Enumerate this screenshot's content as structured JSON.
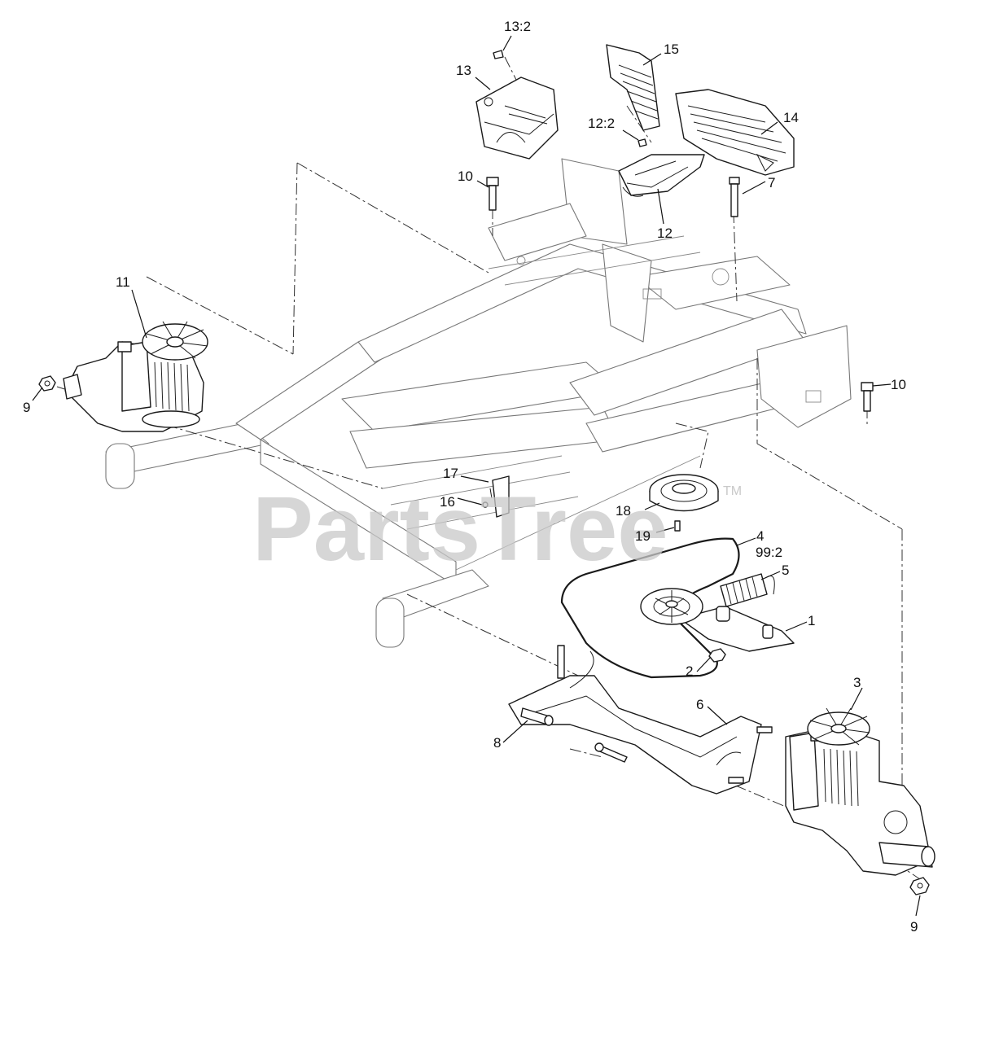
{
  "watermark": {
    "text": "PartsTree",
    "trademark": "TM"
  },
  "callouts": {
    "c1": "1",
    "c2": "2",
    "c3": "3",
    "c4": "4",
    "c99_2": "99:2",
    "c5": "5",
    "c6": "6",
    "c7": "7",
    "c8": "8",
    "c9_left": "9",
    "c9_right": "9",
    "c10_top": "10",
    "c10_right": "10",
    "c11": "11",
    "c12": "12",
    "c12_2": "12:2",
    "c13": "13",
    "c13_2": "13:2",
    "c14": "14",
    "c15": "15",
    "c16": "16",
    "c17": "17",
    "c18": "18",
    "c19": "19"
  },
  "colors": {
    "line": "#1a1a1a",
    "frame": "#777777",
    "watermark": "#c9c9c9"
  }
}
